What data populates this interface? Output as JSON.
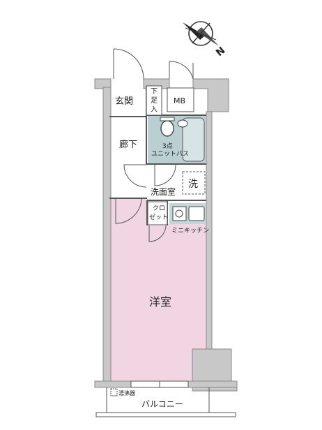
{
  "compass": {
    "north_label": "N"
  },
  "rooms": {
    "genkan": "玄関",
    "shoeshelf_line1": "下",
    "shoeshelf_line2": "足",
    "shoeshelf_line3": "入",
    "mb": "MB",
    "hallway": "廊下",
    "bath_line1": "3点",
    "bath_line2": "ユニットバス",
    "washroom": "洗面室",
    "washer": "洗",
    "closet_line1": "クロ",
    "closet_line2": "ゼット",
    "kitchen": "ミニキッチン",
    "western_room": "洋室",
    "water_heater": "湯沸器",
    "balcony": "バルコニー"
  },
  "colors": {
    "wall": "#c8c8c8",
    "wall_stroke": "#888888",
    "room_floor": "#f2d5e2",
    "bath_fill": "#b9cfd2",
    "kitchen_fill": "#c4d6d8",
    "line": "#555555"
  }
}
